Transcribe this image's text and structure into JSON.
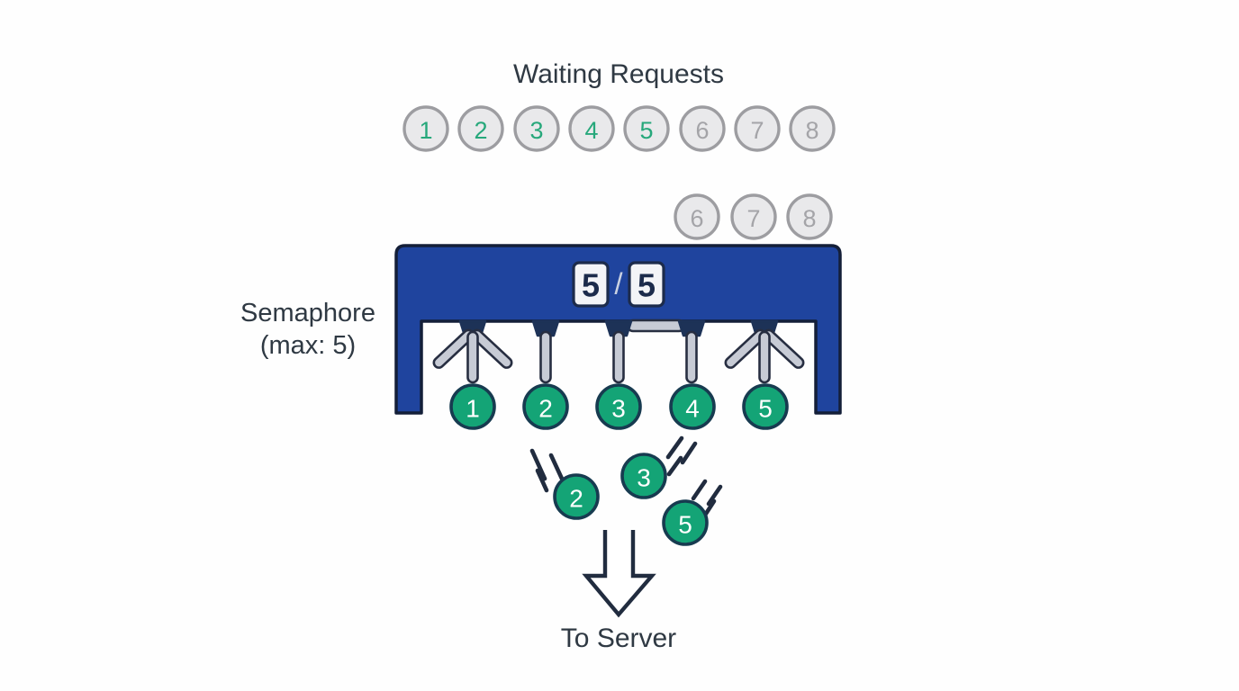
{
  "title": "Waiting Requests",
  "waiting_row": {
    "labels": [
      "1",
      "2",
      "3",
      "4",
      "5",
      "6",
      "7",
      "8"
    ],
    "granted_count": 5
  },
  "blocked_group": {
    "labels": [
      "6",
      "7",
      "8"
    ]
  },
  "semaphore": {
    "label_line1": "Semaphore",
    "label_line2": "(max: 5)",
    "counter_current": "5",
    "counter_separator": "/",
    "counter_max": "5"
  },
  "gate_tokens": {
    "labels": [
      "1",
      "2",
      "3",
      "4",
      "5"
    ]
  },
  "passing_tokens": {
    "labels": [
      "2",
      "3",
      "5"
    ]
  },
  "footer": {
    "to_server_label": "To Server"
  },
  "colors": {
    "ink": "#2f3943",
    "ink_dark": "#212c3f",
    "chip_fill": "#e9e9eb",
    "chip_border": "#9d9da1",
    "num_green": "#27a87b",
    "num_gray": "#a4a4a8",
    "bar_blue": "#1f449e",
    "bar_outline": "#141f38",
    "counter_fill": "#f3f4f7",
    "counter_border": "#1c2b4b",
    "slash": "#c9d1e2",
    "mount": "#1d3257",
    "spoke_fill": "#c7cbd5",
    "spoke_stroke": "#272e41",
    "token_green": "#14a476",
    "token_border": "#173b50"
  }
}
